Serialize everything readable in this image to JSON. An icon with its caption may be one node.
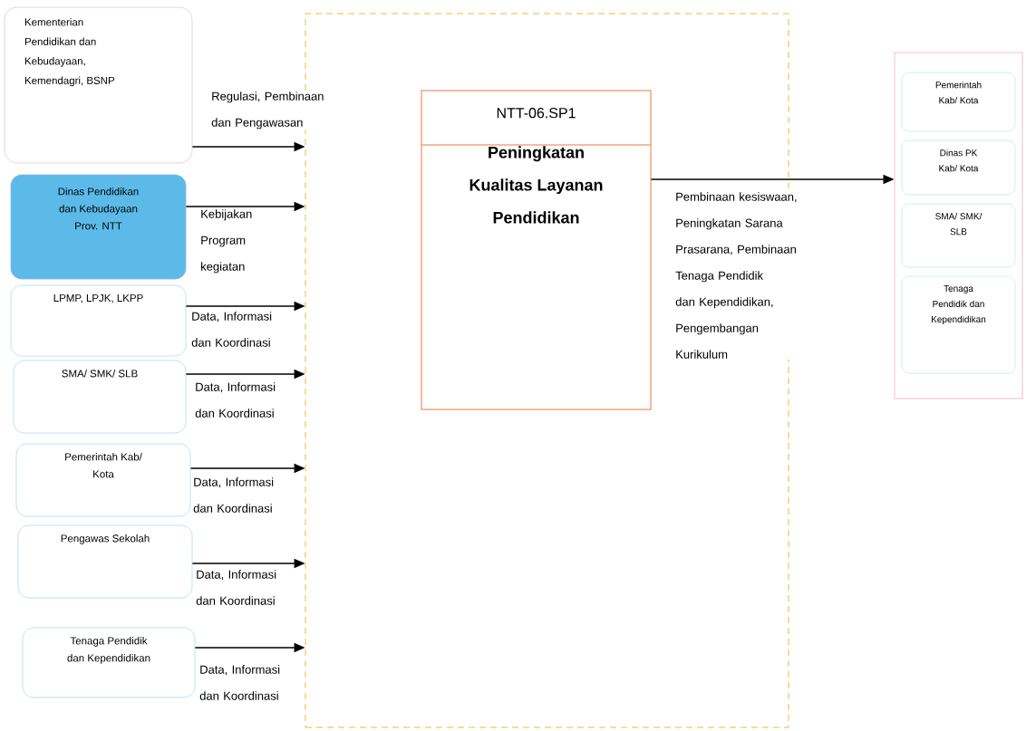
{
  "diagram": {
    "nodes": [
      {
        "text": [
          "Kementerian Pendidikan dan Kebudayaan, Kemendagri, BSNP"
        ]
      },
      {
        "text": [
          "Dinas Pendidikan dan Kebudayaan Prov. NTT"
        ]
      },
      {
        "text": [
          "LPMP, LPJK, LKPP"
        ]
      },
      {
        "text": [
          "SMA/ SMK/ SLB"
        ]
      },
      {
        "text": [
          "Pemerintah Kab/ Kota"
        ]
      },
      {
        "text": [
          "Pengawas Sekolah"
        ]
      },
      {
        "text": [
          "Tenaga Pendidik dan Kependidikan"
        ]
      },
      {
        "text": [],
        "shape": "box"
      },
      {
        "text": [
          "NTT-06.SP1",
          "Peningkatan Kualitas Layanan Pendidikan"
        ],
        "in": 7
      },
      {
        "text": [],
        "shape": "box"
      },
      {
        "text": [
          "Pemerintah Kab/ Kota"
        ],
        "in": 9
      },
      {
        "text": [
          "Dinas PK Kab/ Kota"
        ],
        "in": 9
      },
      {
        "text": [
          "SMA/ SMK/ SLB"
        ],
        "in": 9
      },
      {
        "text": [
          "Tenaga Pendidik dan Kependidikan"
        ],
        "in": 9
      }
    ],
    "edges": [
      {
        "from": 0,
        "to": 7,
        "arrow": "to",
        "label": "Regulasi, Pembinaan dan Pengawasan"
      },
      {
        "from": 1,
        "to": 7,
        "arrow": "to",
        "label": "Kebijakan Program kegiatan"
      },
      {
        "from": 2,
        "to": 7,
        "arrow": "to",
        "label": "Data, Informasi dan Koordinasi"
      },
      {
        "from": 3,
        "to": 7,
        "arrow": "to",
        "label": "Data, Informasi dan Koordinasi"
      },
      {
        "from": 4,
        "to": 7,
        "arrow": "to",
        "label": "Data, Informasi dan Koordinasi"
      },
      {
        "from": 5,
        "to": 7,
        "arrow": "to",
        "label": "Data, Informasi dan Koordinasi"
      },
      {
        "from": 6,
        "to": 7,
        "arrow": "to",
        "label": "Data, Informasi dan Koordinasi"
      },
      {
        "from": 8,
        "to": 9,
        "arrow": "to",
        "label": "Pembinaan kesiswaan, Peningkatan Sarana Prasarana, Pembinaan Tenaga Pendidik dan Kependidikan, Pengembangan Kurikulum"
      }
    ]
  }
}
